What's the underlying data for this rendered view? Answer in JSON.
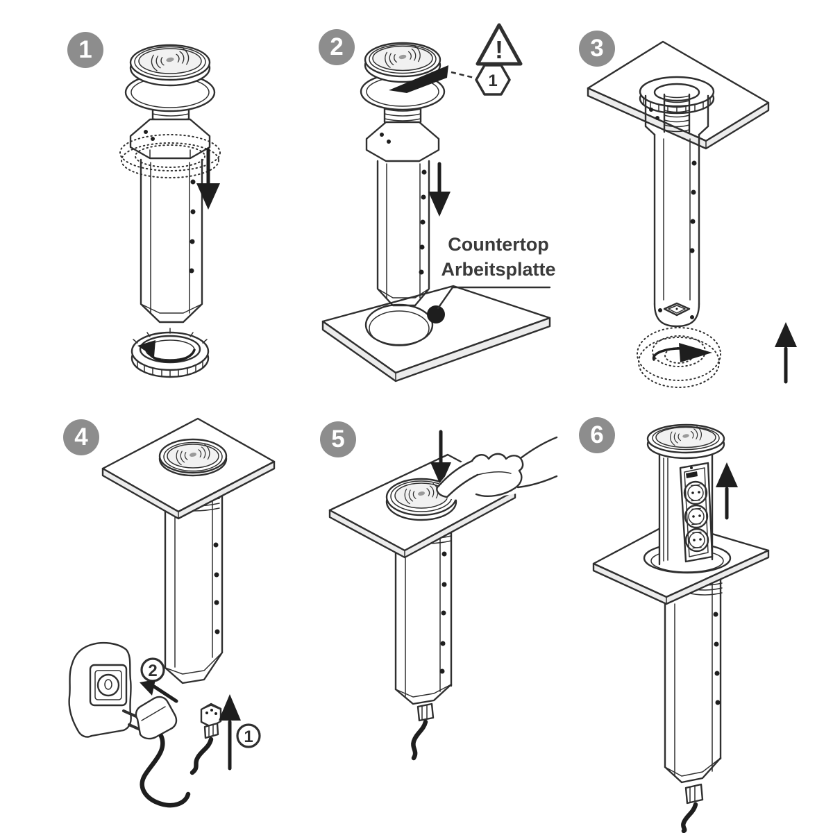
{
  "page": {
    "background": "#ffffff"
  },
  "colors": {
    "line": "#2f2f2f",
    "arrow": "#1e1e1e",
    "badge": "#8d8d8d",
    "badge_text": "#ffffff",
    "label": "#3a3a3a",
    "disc_face": "#f1f1f1",
    "board_edge": "#ececec"
  },
  "steps": [
    {
      "number": "1"
    },
    {
      "number": "2"
    },
    {
      "number": "3"
    },
    {
      "number": "4"
    },
    {
      "number": "5"
    },
    {
      "number": "6"
    }
  ],
  "step2": {
    "warning_mark": "!",
    "callout_number": "1",
    "label_line1": "Countertop",
    "label_line2": "Arbeitsplatte"
  },
  "step4": {
    "callout_plug_number": "1",
    "callout_wall_number": "2"
  },
  "icons": {
    "wireless_charging": "qi-waves",
    "warning": "exclamation-triangle",
    "part_callout": "hexagon-1",
    "rotate_lock": "curved-rotation-arrow",
    "insert": "down-arrow",
    "tighten": "up-arrow",
    "press": "down-arrow",
    "pop_up": "up-arrow"
  }
}
